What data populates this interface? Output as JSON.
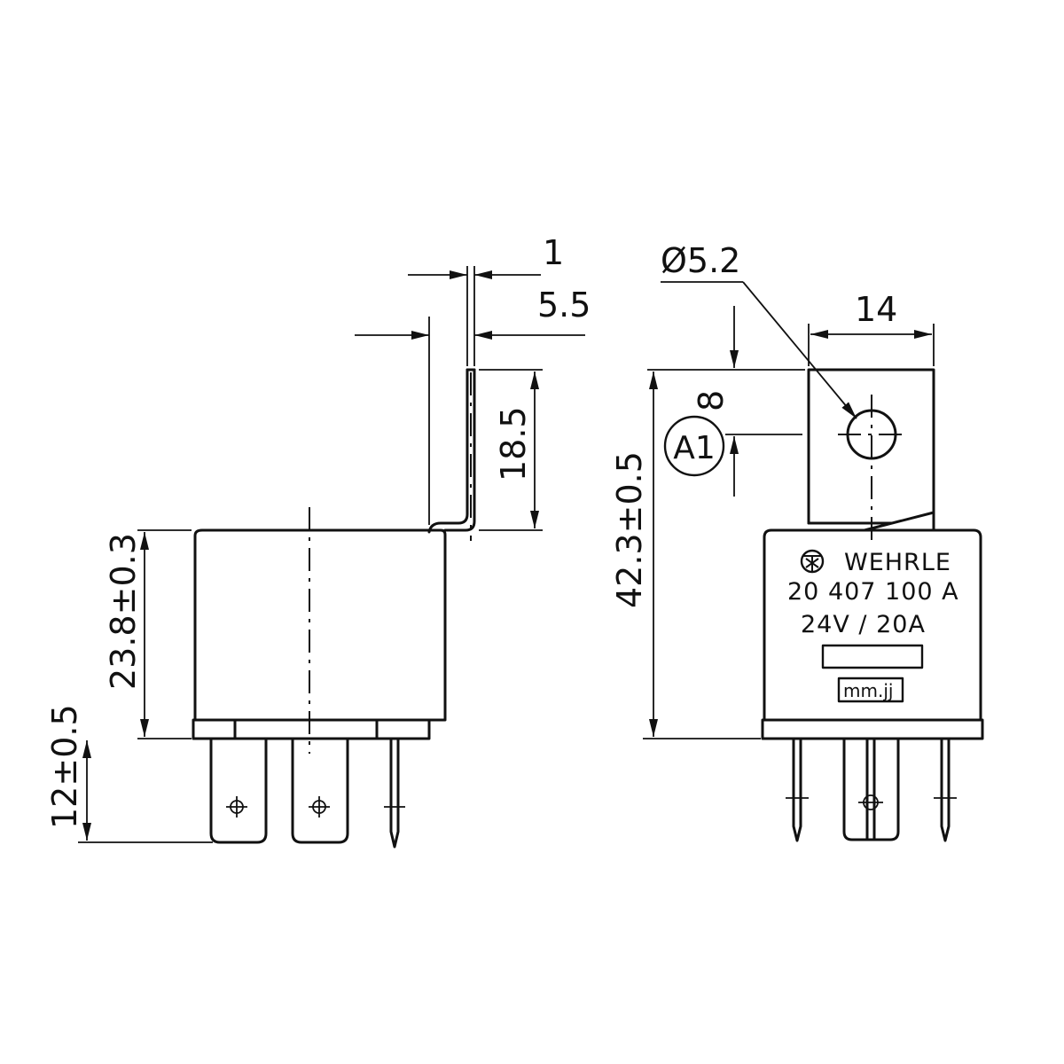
{
  "dimensions": {
    "pin_thickness": "1",
    "bracket_offset": "5.5",
    "bracket_height": "18.5",
    "body_height": "23.8±0.3",
    "pin_length": "12±0.5",
    "hole_diameter": "Ø5.2",
    "bracket_width": "14",
    "hole_spacing": "8",
    "overall_height": "42.3±0.5"
  },
  "datum": "A1",
  "marking": {
    "brand": "WEHRLE",
    "part_number": "20 407 100 A",
    "rating": "24V / 20A",
    "date_code": "mm.jj"
  },
  "icons": {
    "logo": "wehrle-logo-icon"
  }
}
